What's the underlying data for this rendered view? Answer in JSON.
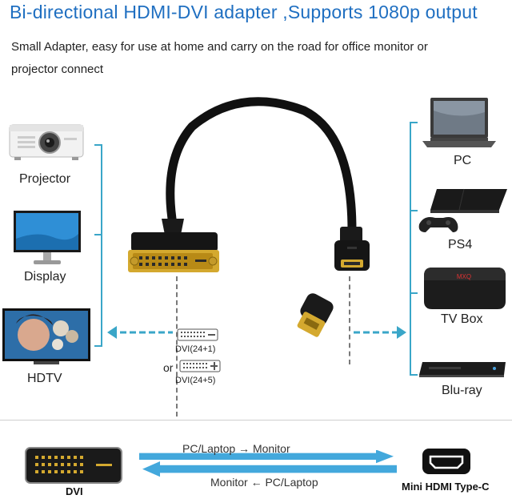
{
  "header": {
    "title": "Bi-directional HDMI-DVI adapter ,Supports 1080p output",
    "desc_line1": "Small Adapter, easy for use at home and carry on the road for office monitor or",
    "desc_line2": "projector connect"
  },
  "left_devices": [
    {
      "label": "Projector",
      "icon": "projector-icon"
    },
    {
      "label": "Display",
      "icon": "monitor-icon"
    },
    {
      "label": "HDTV",
      "icon": "tv-icon"
    }
  ],
  "right_devices": [
    {
      "label": "PC",
      "icon": "laptop-icon"
    },
    {
      "label": "PS4",
      "icon": "console-icon"
    },
    {
      "label": "TV Box",
      "icon": "tv-box-icon"
    },
    {
      "label": "Blu-ray",
      "icon": "bluray-player-icon"
    }
  ],
  "dvi_types": {
    "type1": "DVI(24+1)",
    "or_text": "or",
    "type2": "DVI(24+5)"
  },
  "bottom": {
    "dvi_label": "DVI",
    "hdmi_label": "Mini HDMI Type-C",
    "flow_top": "PC/Laptop → Monitor",
    "flow_bottom": "Monitor ← PC/Laptop"
  },
  "colors": {
    "title": "#1f6fc1",
    "accent": "#3aa6c8",
    "arrow": "#2f9fd8"
  }
}
